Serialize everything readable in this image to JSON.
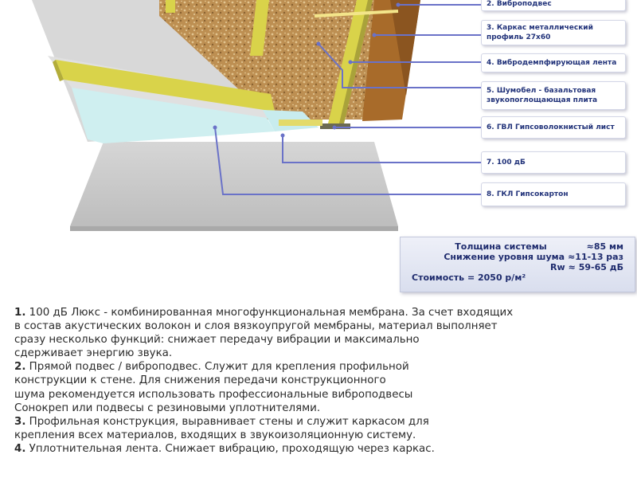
{
  "callouts": [
    {
      "text": "2. Виброподвес"
    },
    {
      "text": "3. Каркас металлический профиль 27х60"
    },
    {
      "text": "4. Вибродемпфирующая лента"
    },
    {
      "text": "5. Шумобел - базальтовая звукопоглощающая плита"
    },
    {
      "text": "6. ГВЛ Гипсоволокнистый лист"
    },
    {
      "text": "7. 100 дБ"
    },
    {
      "text": "8. ГКЛ Гипсокартон"
    }
  ],
  "specs": {
    "thickness_label": "Толщина системы",
    "thickness_value": "≈85 мм",
    "noise_label": "Снижение уровня шума",
    "noise_value": "≈11-13 раз",
    "rw_label": "Rw",
    "rw_value": "≈ 59-65 дБ",
    "cost": "Стоимость = 2050 р/м²"
  },
  "description": [
    {
      "num": "1.",
      "lines": [
        "100 дБ Люкс - комбинированная многофункциональная мембрана. За счет входящих",
        "в состав акустических волокон и слоя вязкоупругой мембраны, материал выполняет",
        "сразу несколько функций: снижает передачу вибрации и максимально",
        "сдерживает энергию звука."
      ]
    },
    {
      "num": "2.",
      "lines": [
        "Прямой подвес / виброподвес. Служит для крепления профильной",
        "конструкции к стене. Для снижения передачи конструкционного",
        "шума рекомендуется использовать профессиональные виброподвесы",
        "Сонокреп или подвесы с резиновыми уплотнителями."
      ]
    },
    {
      "num": "3.",
      "lines": [
        "Профильная конструкция, выравнивает стены и служит каркасом для",
        "крепления всех материалов, входящих в звукоизоляционную систему."
      ]
    },
    {
      "num": "4.",
      "lines": [
        "Уплотнительная лента. Снижает вибрацию, проходящую через каркас."
      ]
    }
  ],
  "colors": {
    "label_text": "#22337a",
    "leader_line": "#6a72c8",
    "mineral_wool": "#b98a4c",
    "profile_yellow": "#d9d34a",
    "board_grey": "#d8d8d8",
    "board_mint": "#cfeff0",
    "floor_grey": "#c4c4c4"
  }
}
